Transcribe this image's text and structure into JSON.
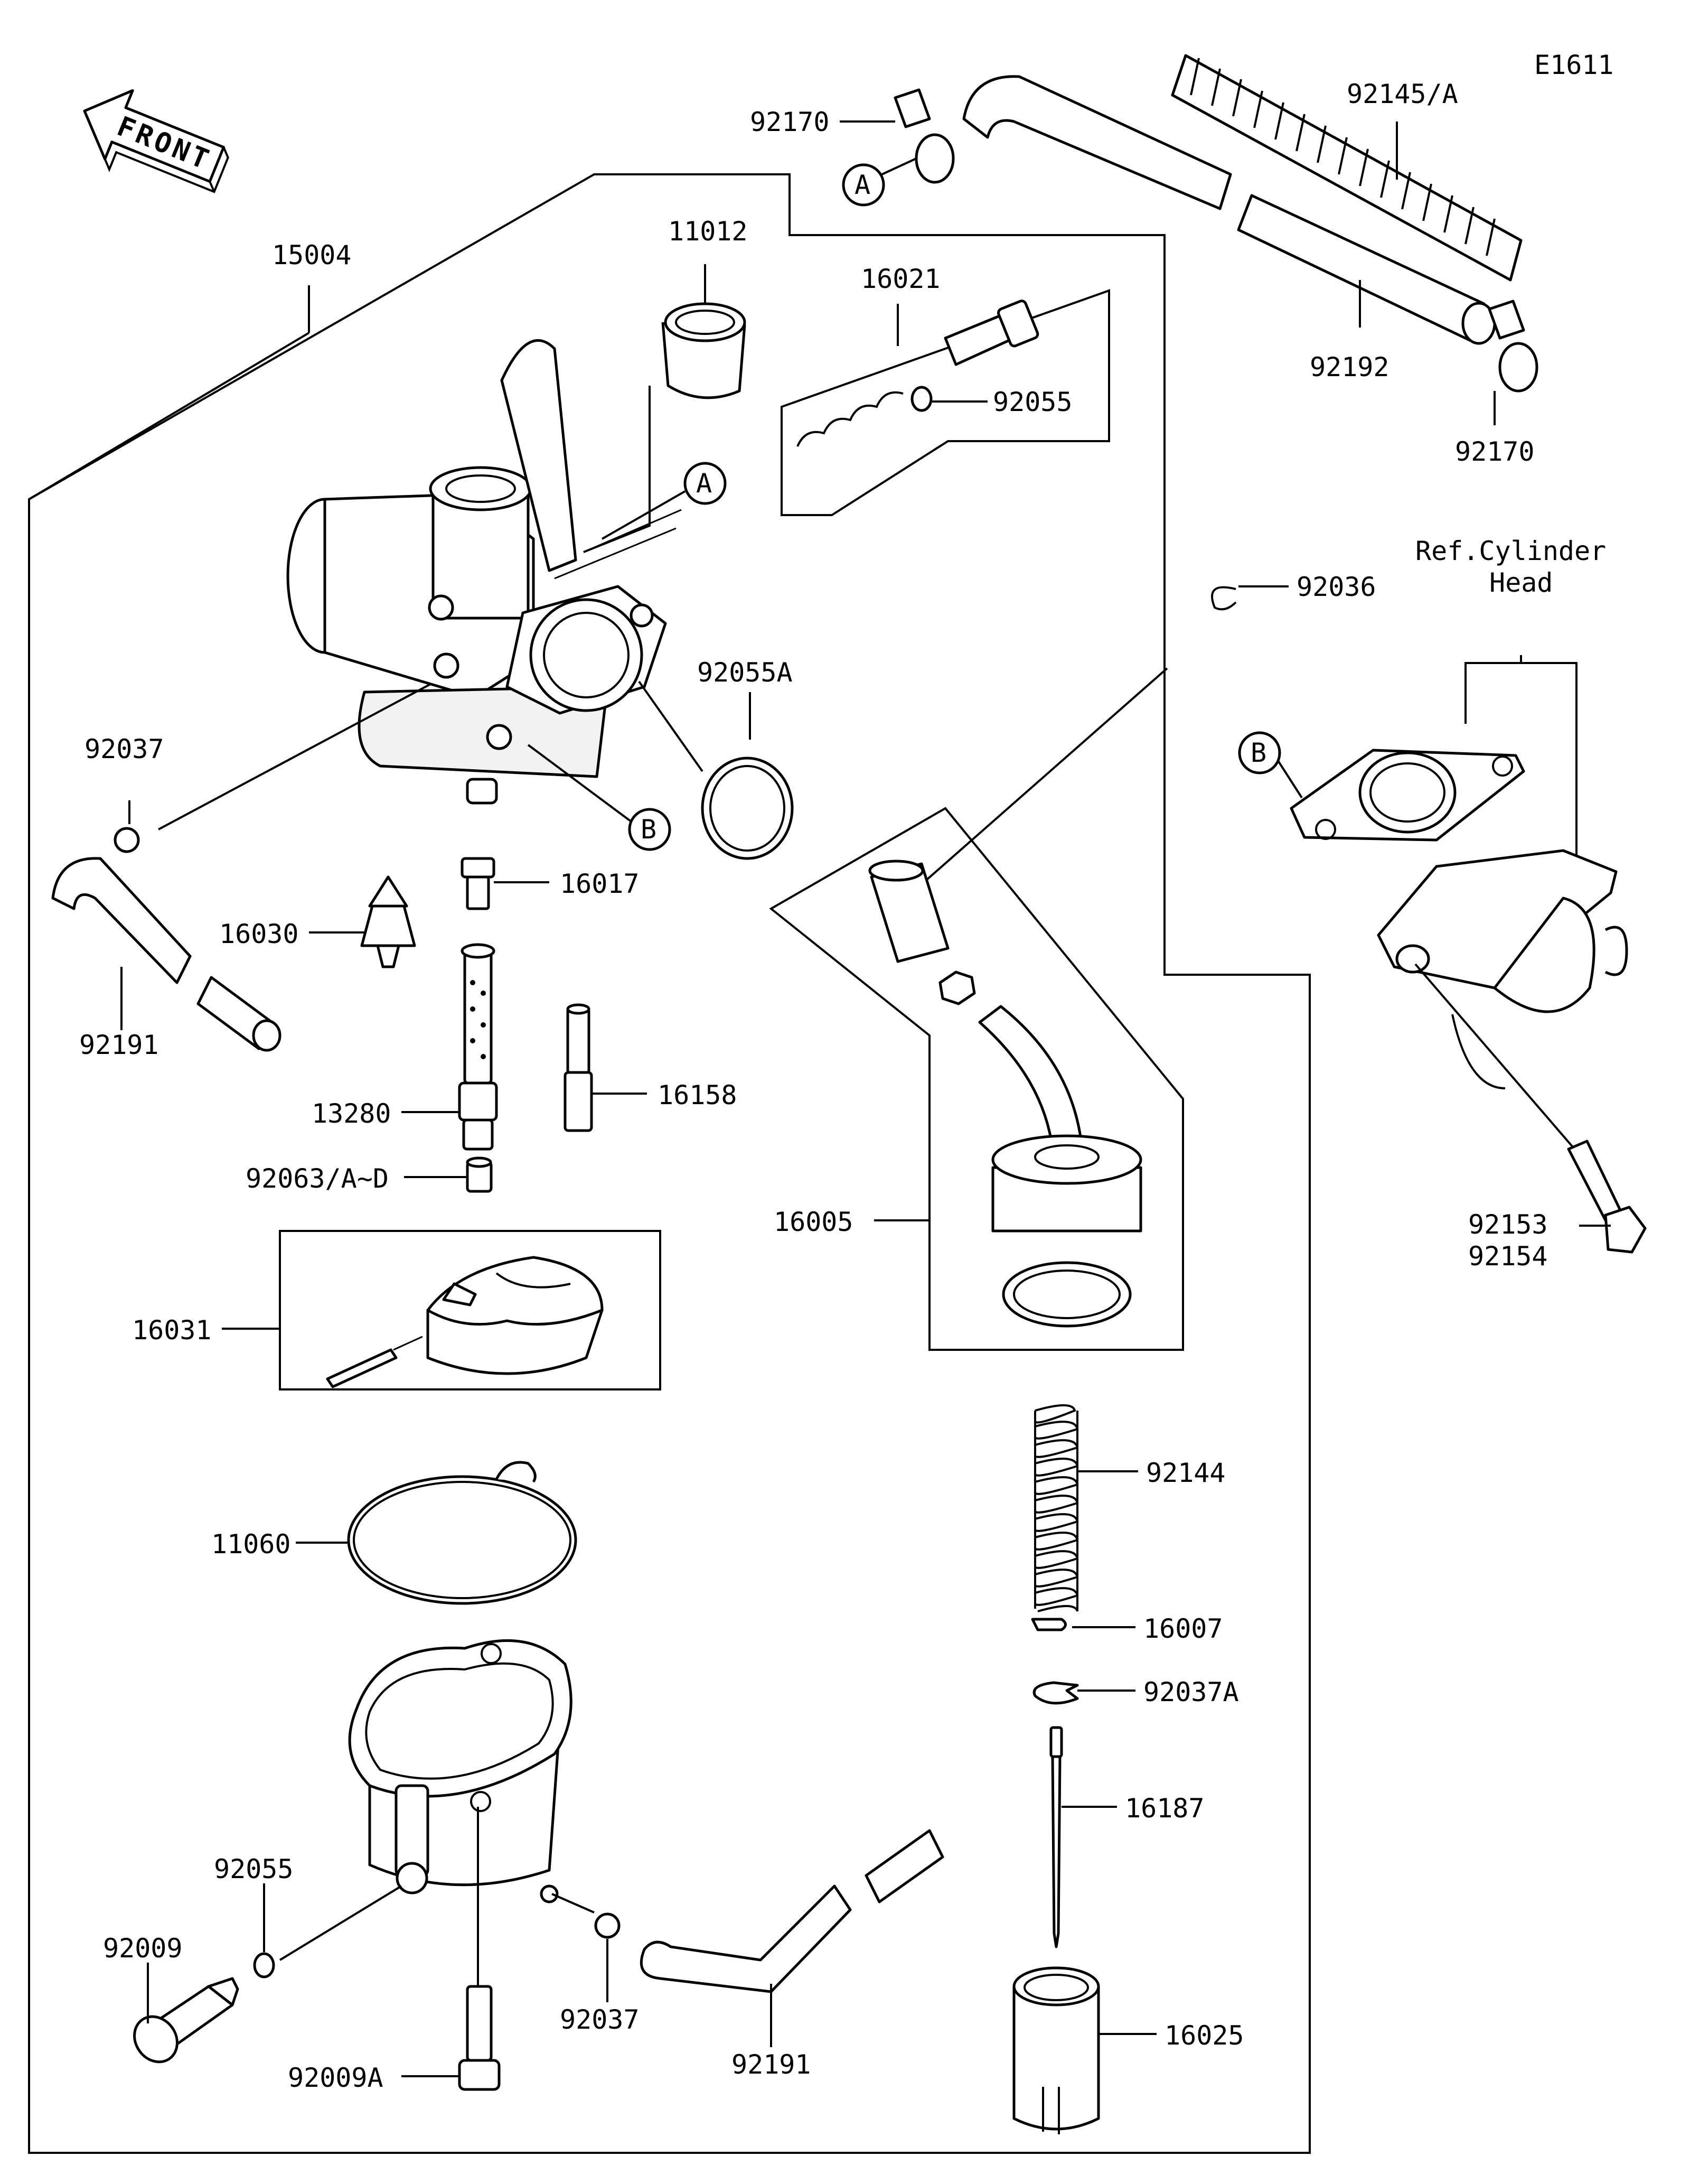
{
  "diagram_id": "E1611",
  "front_label": "FRONT",
  "ref_cylinder_head": [
    "Ref.Cylinder",
    "Head"
  ],
  "callouts": {
    "A": "A",
    "B": "B"
  },
  "part_numbers": {
    "p15004": "15004",
    "p11012": "11012",
    "p16021": "16021",
    "p92055_top": "92055",
    "p92170_a": "92170",
    "p92170_b": "92170",
    "p92145": "92145/A",
    "p92192": "92192",
    "p92036": "92036",
    "p92055A": "92055A",
    "p92037_a": "92037",
    "p16017": "16017",
    "p16030": "16030",
    "p92191_a": "92191",
    "p13280": "13280",
    "p16158": "16158",
    "p92063": "92063/A~D",
    "p16005": "16005",
    "p92153": "92153",
    "p92154": "92154",
    "p16031": "16031",
    "p92144": "92144",
    "p11060": "11060",
    "p16007": "16007",
    "p92037A": "92037A",
    "p16187": "16187",
    "p92055_b": "92055",
    "p92009": "92009",
    "p92037_b": "92037",
    "p92191_b": "92191",
    "p16025": "16025",
    "p92009A": "92009A"
  }
}
